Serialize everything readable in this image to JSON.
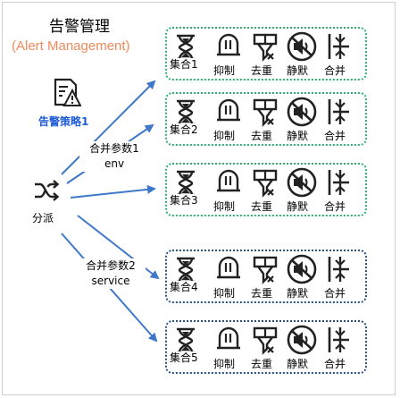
{
  "title": "告警管理",
  "subtitle": "(Alert Management)",
  "policy_label": "告警策略1",
  "dispatch_label": "分派",
  "param1": {
    "label": "合并参数1",
    "value": "env"
  },
  "param2": {
    "label": "合并参数2",
    "value": "service"
  },
  "actions": {
    "suppress": "抑制",
    "dedupe": "去重",
    "silence": "静默",
    "merge": "合并"
  },
  "sets": [
    {
      "label": "集合1",
      "border": "green"
    },
    {
      "label": "集合2",
      "border": "green"
    },
    {
      "label": "集合3",
      "border": "green"
    },
    {
      "label": "集合4",
      "border": "blue"
    },
    {
      "label": "集合5",
      "border": "blue"
    }
  ],
  "colors": {
    "arrow": "#3f77c9",
    "green_border": "#2bb36b",
    "blue_border": "#2a4f87",
    "subtitle": "#f08a5d",
    "policy": "#1e5bd6"
  }
}
